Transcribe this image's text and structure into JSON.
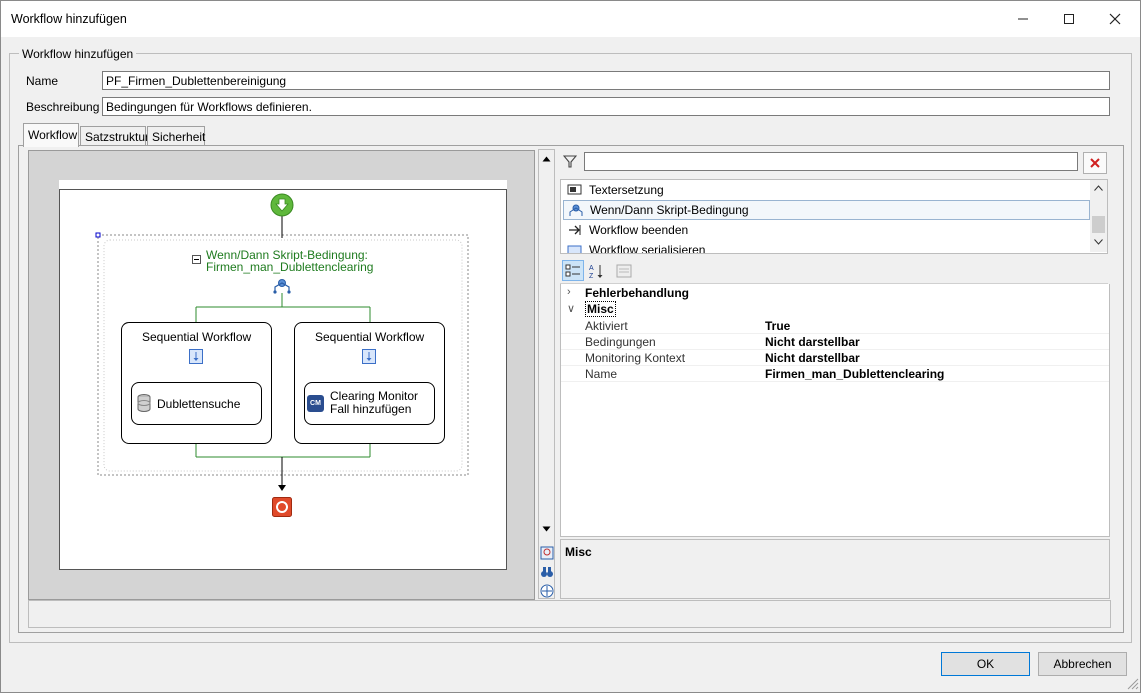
{
  "window": {
    "title": "Workflow hinzufügen",
    "minimize_icon": "minimize-icon",
    "maximize_icon": "maximize-icon",
    "close_icon": "close-icon"
  },
  "group": {
    "legend": "Workflow hinzufügen"
  },
  "form": {
    "name_label": "Name",
    "name_value": "PF_Firmen_Dublettenbereinigung",
    "description_label": "Beschreibung",
    "description_value": "Bedingungen für Workflows definieren."
  },
  "tabs": [
    {
      "label": "Workflow",
      "active": true
    },
    {
      "label": "Satzstruktur",
      "active": false
    },
    {
      "label": "Sicherheit",
      "active": false
    }
  ],
  "diagram": {
    "condition_title_line1": "Wenn/Dann Skript-Bedingung:",
    "condition_title_line2": "Firmen_man_Dublettenclearing",
    "branches": [
      {
        "title": "Sequential Workflow",
        "activity_line1": "Dublettensuche",
        "activity_line2": "",
        "activity_icon": "database-icon"
      },
      {
        "title": "Sequential Workflow",
        "activity_line1": "Clearing Monitor",
        "activity_line2": "Fall hinzufügen",
        "activity_icon": "cm-icon",
        "icon_text": "CM"
      }
    ],
    "start_icon": "start-arrow-icon",
    "end_icon": "stop-icon",
    "colors": {
      "condition_text": "#1e7b1e",
      "branch_line": "#2e8b2e",
      "start_green": "#5fb83c",
      "end_red": "#e04a2a"
    }
  },
  "toolbox": {
    "filter_placeholder": "",
    "filter_icon": "filter-icon",
    "clear_icon": "clear-filter-icon",
    "items": [
      {
        "label": "Textersetzung",
        "icon": "text-replace-icon",
        "selected": false
      },
      {
        "label": "Wenn/Dann Skript-Bedingung",
        "icon": "condition-icon",
        "selected": true
      },
      {
        "label": "Workflow beenden",
        "icon": "exit-workflow-icon",
        "selected": false
      },
      {
        "label": "Workflow serialisieren",
        "icon": "serialize-icon",
        "selected": false
      }
    ]
  },
  "property_grid": {
    "toolbar": {
      "categorized_icon": "categorized-icon",
      "alphabetical_icon": "alphabetical-sort-icon",
      "property_pages_icon": "property-pages-icon"
    },
    "categories": [
      {
        "name": "Fehlerbehandlung",
        "expanded": false
      },
      {
        "name": "Misc",
        "expanded": true
      }
    ],
    "properties": [
      {
        "name": "Aktiviert",
        "value": "True"
      },
      {
        "name": "Bedingungen",
        "value": "Nicht darstellbar"
      },
      {
        "name": "Monitoring Kontext",
        "value": "Nicht darstellbar"
      },
      {
        "name": "Name",
        "value": "Firmen_man_Dublettenclearing"
      }
    ],
    "description_title": "Misc"
  },
  "buttons": {
    "ok": "OK",
    "cancel": "Abbrechen"
  }
}
